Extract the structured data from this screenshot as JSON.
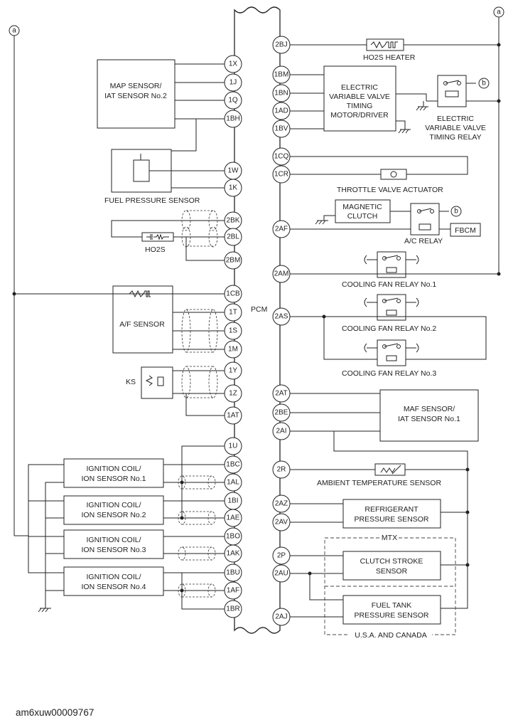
{
  "connectors": {
    "a": "a",
    "b": "b"
  },
  "pcm_label": "PCM",
  "pins_left": [
    "1X",
    "1J",
    "1Q",
    "1BH",
    "1W",
    "1K",
    "2BK",
    "2BL",
    "2BM",
    "1CB",
    "1T",
    "1S",
    "1M",
    "1Y",
    "1Z",
    "1AT",
    "1U",
    "1BC",
    "1AL",
    "1BI",
    "1AE",
    "1BO",
    "1AK",
    "1BU",
    "1AF",
    "1BR"
  ],
  "pins_right": [
    "2BJ",
    "1BM",
    "1BN",
    "1AD",
    "1BV",
    "1CQ",
    "1CR",
    "2AF",
    "2AM",
    "2AS",
    "2AT",
    "2BE",
    "2AI",
    "2R",
    "2AZ",
    "2AV",
    "2P",
    "2AU",
    "2AJ"
  ],
  "components_left": {
    "map_sensor": [
      "MAP SENSOR/",
      "IAT SENSOR No.2"
    ],
    "fuel_pressure_sensor": "FUEL PRESSURE SENSOR",
    "ho2s": "HO2S",
    "af_sensor": "A/F SENSOR",
    "ks": "KS",
    "ignition_coils": [
      [
        "IGNITION COIL/",
        "ION SENSOR No.1"
      ],
      [
        "IGNITION COIL/",
        "ION SENSOR No.2"
      ],
      [
        "IGNITION COIL/",
        "ION SENSOR No.3"
      ],
      [
        "IGNITION COIL/",
        "ION SENSOR No.4"
      ]
    ]
  },
  "components_right": {
    "ho2s_heater": "HO2S HEATER",
    "evvt_motor": [
      "ELECTRIC",
      "VARIABLE VALVE",
      "TIMING",
      "MOTOR/DRIVER"
    ],
    "evvt_relay": [
      "ELECTRIC",
      "VARIABLE VALVE",
      "TIMING RELAY"
    ],
    "throttle_actuator": "THROTTLE VALVE ACTUATOR",
    "magnetic_clutch": [
      "MAGNETIC",
      "CLUTCH"
    ],
    "ac_relay": "A/C RELAY",
    "fbcm": "FBCM",
    "cooling_fan_relays": [
      "COOLING FAN RELAY No.1",
      "COOLING FAN RELAY No.2",
      "COOLING FAN RELAY No.3"
    ],
    "maf_sensor": [
      "MAF SENSOR/",
      "IAT SENSOR No.1"
    ],
    "ambient_temp_sensor": "AMBIENT TEMPERATURE SENSOR",
    "refrigerant_sensor": [
      "REFRIGERANT",
      "PRESSURE SENSOR"
    ],
    "mtx": "MTX",
    "clutch_stroke_sensor": [
      "CLUTCH STROKE",
      "SENSOR"
    ],
    "fuel_tank_sensor": [
      "FUEL TANK",
      "PRESSURE SENSOR"
    ],
    "usa_canada": "U.S.A. AND CANADA"
  },
  "caption": "am6xuw00009767"
}
